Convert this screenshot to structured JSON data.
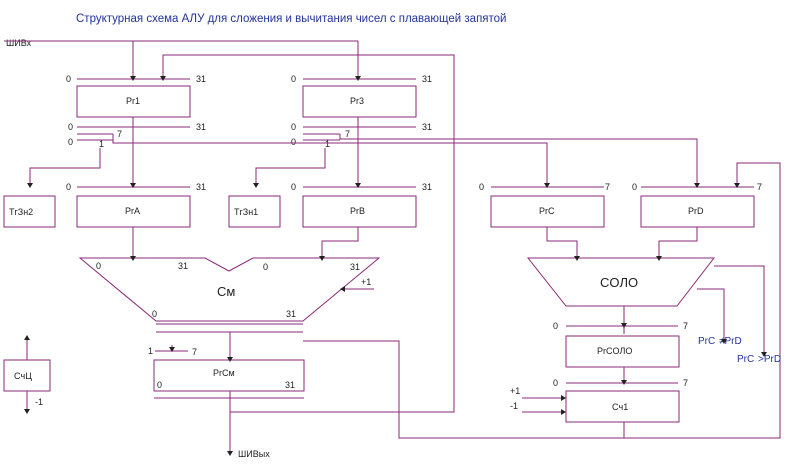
{
  "title": "Структурная схема АЛУ для сложения и вычитания чисел с плавающей запятой",
  "bus_in": "ШИВх",
  "bus_out": "ШИВых",
  "registers": {
    "pr1": "Pr1",
    "pr3": "Pr3",
    "pra": "PrA",
    "prb": "PrB",
    "prc": "PrC",
    "prd": "PrD",
    "prsm": "PrCм",
    "prsolo": "PrCOЛO"
  },
  "triggers": {
    "tg2": "TгЗн2",
    "tg1": "TгЗн1"
  },
  "adder_label": "Cм",
  "comparator_label": "COЛO",
  "counter_label": "Cч1",
  "sch_label": "CчЦ",
  "outputs": {
    "ne_left": "PrC",
    "ne_right": "≠PrD",
    "gt_left": "PrC",
    "gt_right": ">PrD"
  },
  "bits": {
    "zero": "0",
    "one": "1",
    "seven": "7",
    "thirtyone": "31",
    "plus_one": "+1",
    "minus_one": "-1"
  }
}
